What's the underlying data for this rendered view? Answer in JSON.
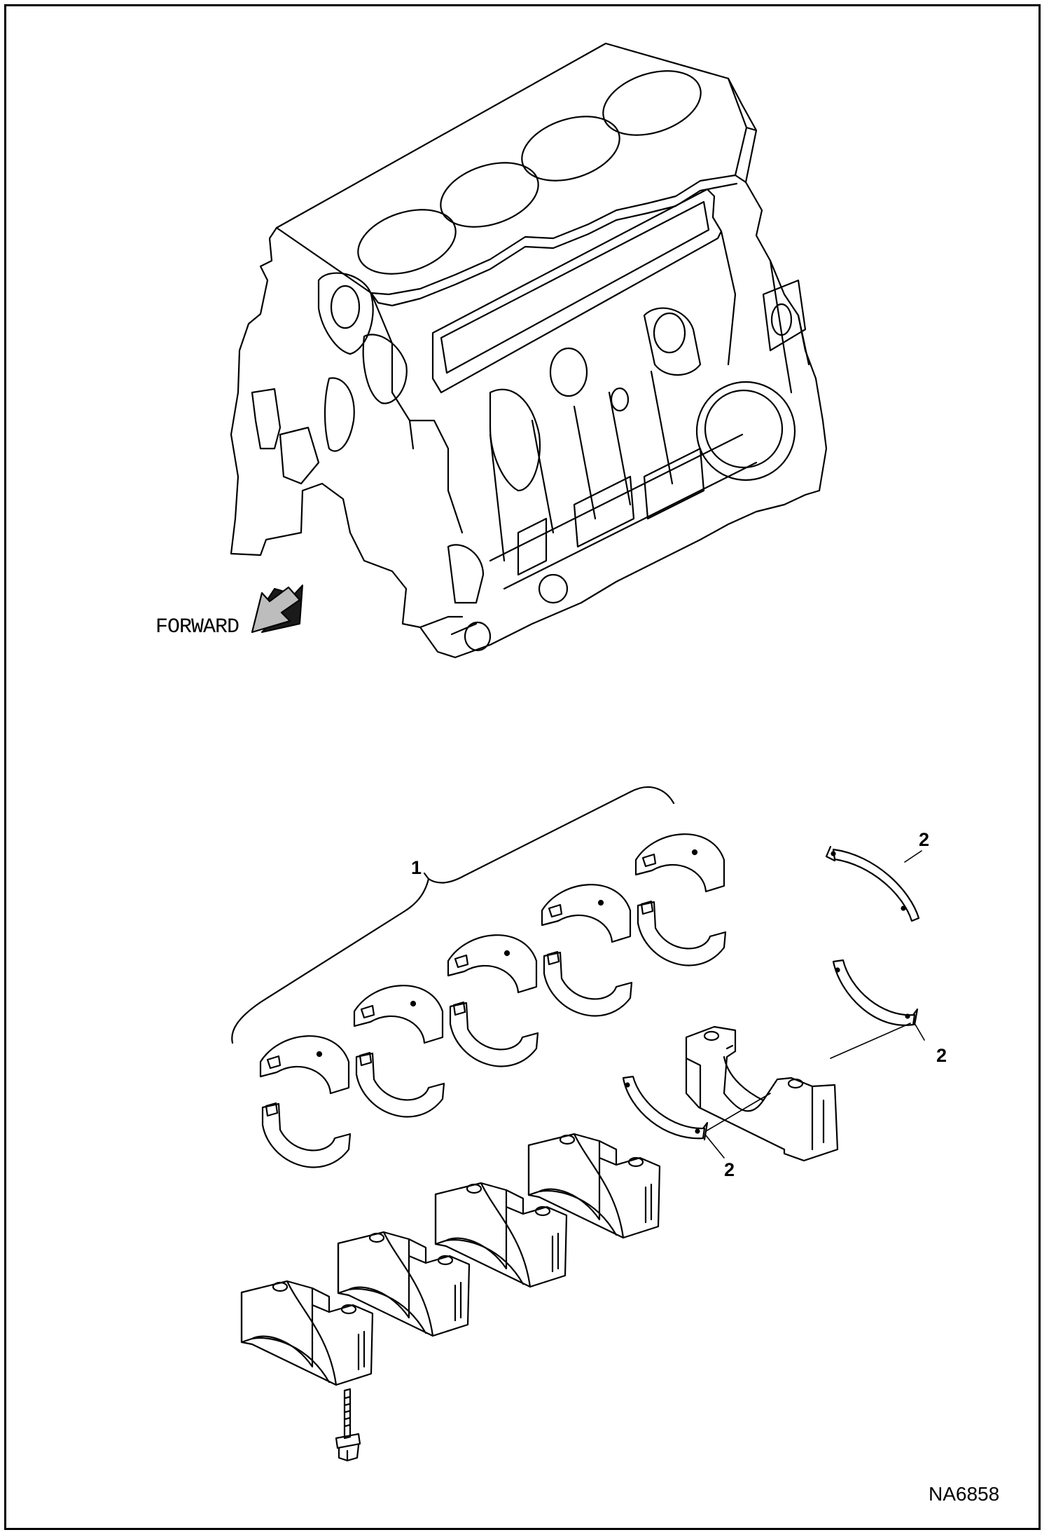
{
  "figure": {
    "id": "NA6858",
    "forward_label": "FORWARD",
    "callouts": {
      "bearing_set": "1",
      "thrust_upper": "2",
      "thrust_right": "2",
      "thrust_lower": "2"
    }
  },
  "colors": {
    "line": "#000000",
    "background": "#ffffff",
    "arrow_fill": "#bdbdbd",
    "arrow_shadow": "#1a1a1a"
  }
}
